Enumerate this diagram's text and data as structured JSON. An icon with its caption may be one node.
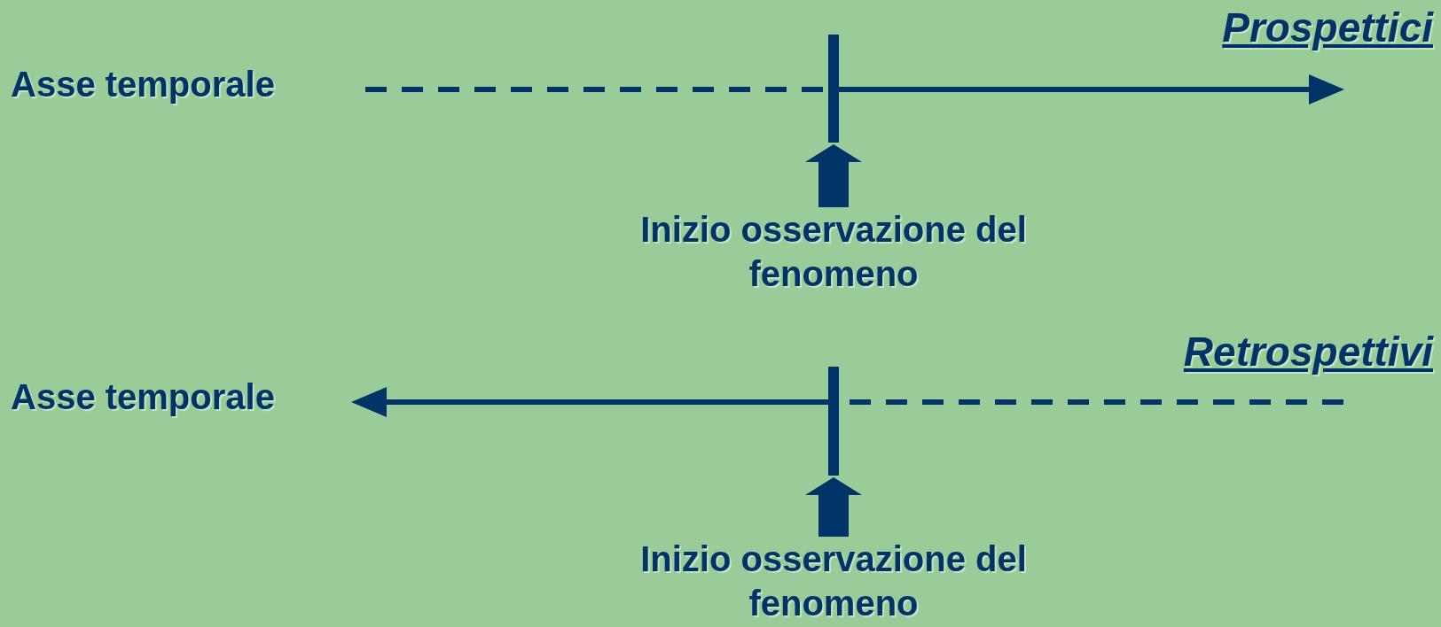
{
  "diagram": {
    "nodes": [
      {
        "text": [],
        "shape": "bar"
      },
      {
        "text": [
          "Inizio osservazione del fenomeno"
        ]
      },
      {
        "text": [],
        "shape": "bar"
      },
      {
        "text": [
          "Inizio osservazione del fenomeno"
        ]
      }
    ],
    "edges": [
      {
        "from": 1,
        "to": 0,
        "arrow": "to"
      },
      {
        "from": 3,
        "to": 2,
        "arrow": "to"
      }
    ],
    "labels": [
      "Prospettici",
      "Asse temporale",
      "Retrospettivi",
      "Asse temporale"
    ]
  }
}
